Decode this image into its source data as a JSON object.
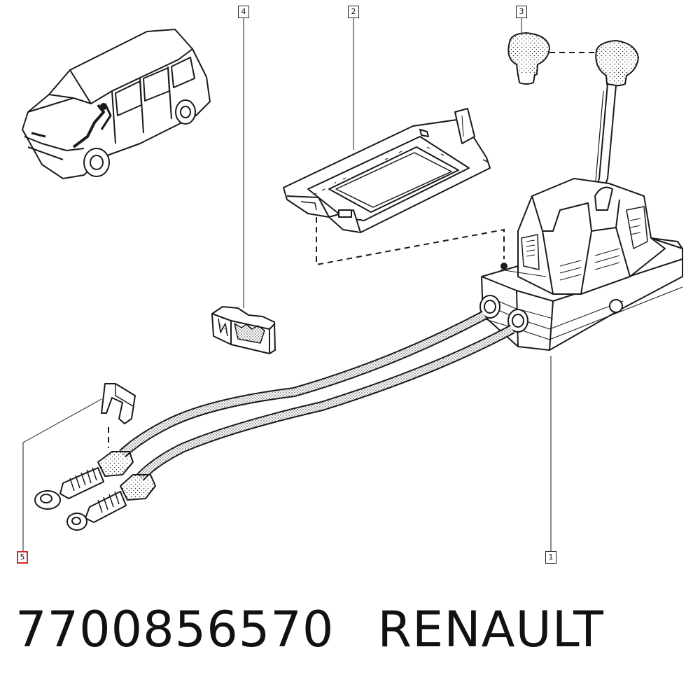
{
  "callouts": [
    {
      "label": "4",
      "part": "retaining-clip"
    },
    {
      "label": "2",
      "part": "gear-lever-mounting-plate"
    },
    {
      "label": "3",
      "part": "gear-knob"
    },
    {
      "label": "1",
      "part": "gear-lever-assembly-with-cables"
    },
    {
      "label": "5",
      "part": "cable-clip"
    }
  ],
  "caption": {
    "part_number": "7700856570",
    "brand": "RENAULT"
  },
  "colors": {
    "line": "#1a1a1a",
    "highlight": "#d42a2a",
    "background": "#ffffff"
  }
}
